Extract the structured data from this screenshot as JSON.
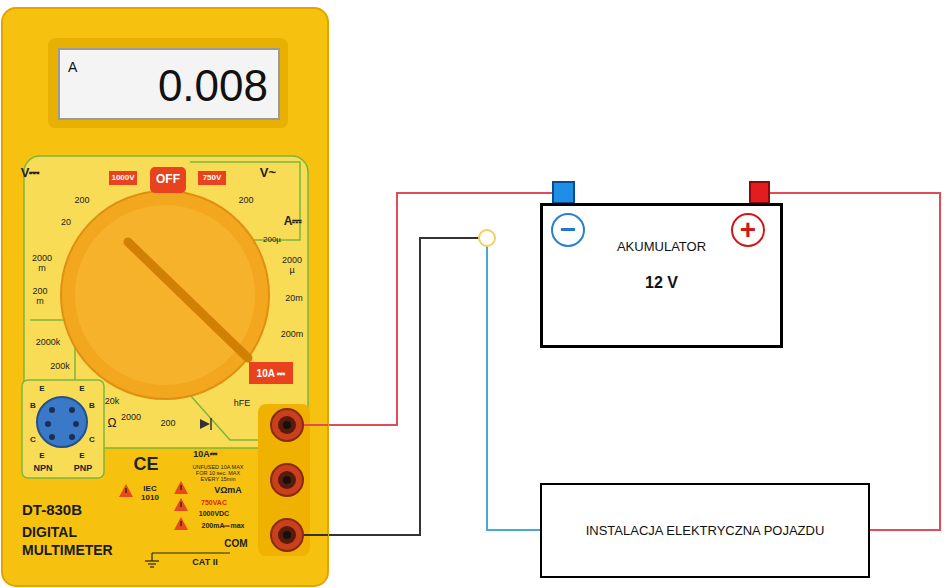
{
  "diagram": {
    "nodes": [
      {
        "text": [
          "DT-830B",
          "DIGITAL MULTIMETER"
        ]
      },
      {
        "text": [
          "A",
          "0.008"
        ],
        "in": 0
      },
      {
        "text": [
          "AKUMULATOR",
          "12 V"
        ]
      },
      {
        "text": [
          "−"
        ],
        "in": 2
      },
      {
        "text": [
          "+"
        ],
        "in": 2
      },
      {
        "text": [
          "INSTALACJA ELEKTRYCZNA POJAZDU"
        ]
      }
    ],
    "edges": [
      {
        "from": 0,
        "to": 2,
        "arrow": "none"
      },
      {
        "from": 0,
        "to": 5,
        "arrow": "none"
      },
      {
        "from": 2,
        "to": 5,
        "arrow": "none"
      }
    ],
    "labels": [
      "V⎓",
      "1000V",
      "OFF",
      "750V",
      "V~",
      "200",
      "20",
      "2000 m",
      "200 m",
      "200",
      "A⎓",
      "200µ",
      "2000 µ",
      "20m",
      "200m",
      "2000k",
      "200k",
      "10A ⎓",
      "20k",
      "hFE",
      "Ω",
      "2000",
      "200",
      "E",
      "B",
      "C",
      "E",
      "E",
      "B",
      "C",
      "E",
      "NPN",
      "PNP",
      "CE",
      "IEC 1010",
      "10A⎓",
      "UNFUSED 10A MAX FOR 10 sec. MAX EVERY 15min",
      "VΩmA",
      "750VAC",
      "1000VDC",
      "200mA⎓max",
      "COM",
      "CAT II"
    ]
  }
}
